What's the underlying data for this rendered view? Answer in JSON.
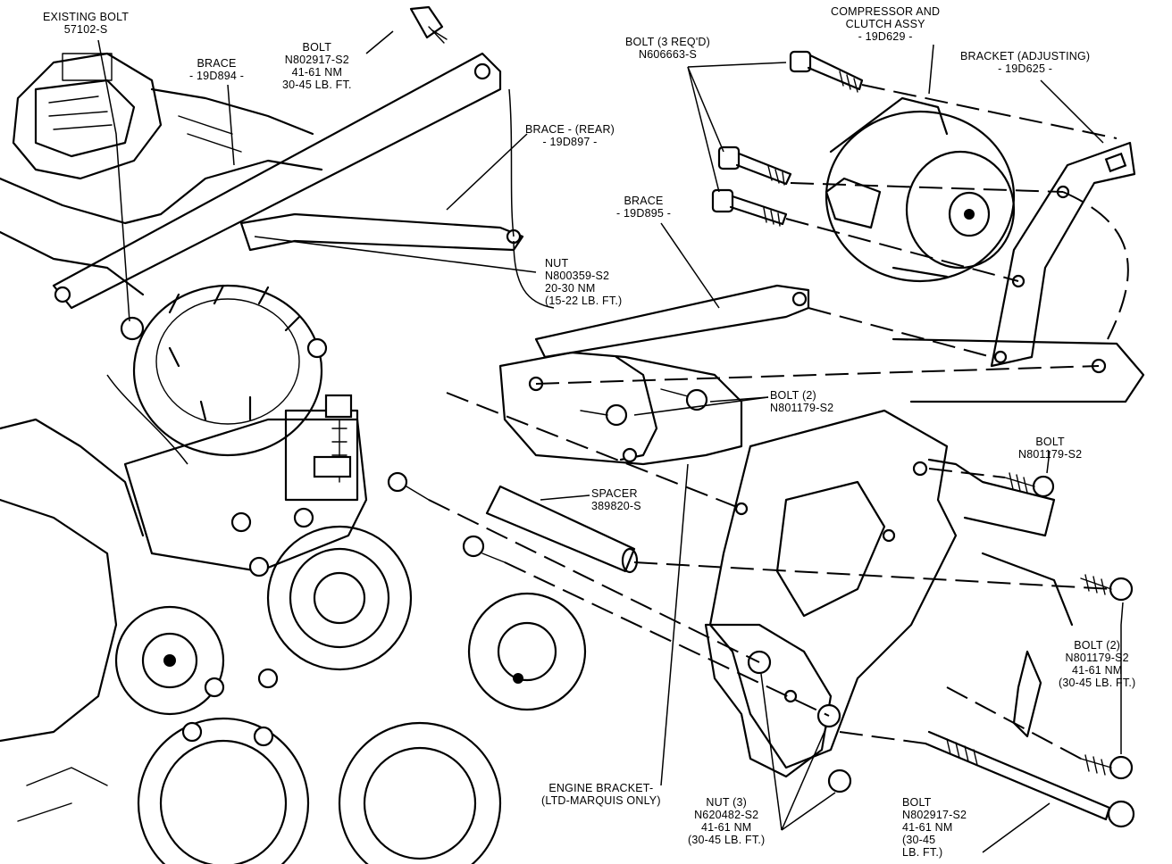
{
  "labels": {
    "existing_bolt": [
      "EXISTING BOLT",
      "57102-S"
    ],
    "bolt_top": [
      "BOLT",
      "N802917-S2",
      "41-61 Nm",
      "30-45 LB. FT."
    ],
    "brace_894": [
      "BRACE",
      "- 19D894 -"
    ],
    "brace_rear": [
      "BRACE - (REAR)",
      "- 19D897 -"
    ],
    "bolt_3req": [
      "BOLT (3 REQ'D)",
      "N606663-S"
    ],
    "compressor": [
      "COMPRESSOR AND",
      "CLUTCH ASSY",
      "- 19D629 -"
    ],
    "bracket_adj": [
      "BRACKET (ADJUSTING)",
      "- 19D625 -"
    ],
    "brace_895": [
      "BRACE",
      "- 19D895 -"
    ],
    "nut_top": [
      "NUT",
      "N800359-S2",
      "20-30 Nm",
      "(15-22 LB. FT.)"
    ],
    "bolt2_mid": [
      "BOLT (2)",
      "N801179-S2"
    ],
    "bolt_right": [
      "BOLT",
      "N801179-S2"
    ],
    "spacer": [
      "SPACER",
      "389820-S"
    ],
    "bolt2_right": [
      "BOLT (2)",
      "N801179-S2",
      "41-61 Nm",
      "(30-45 LB. FT.)"
    ],
    "engine_bracket": [
      "ENGINE BRACKET-",
      "(LTD-MARQUIS ONLY)"
    ],
    "nut3": [
      "NUT (3)",
      "N620482-S2",
      "41-61 Nm",
      "(30-45 LB. FT.)"
    ],
    "bolt_bottom": [
      "BOLT",
      "N802917-S2",
      "41-61 Nm",
      "(30-45",
      "LB. FT.)"
    ]
  }
}
